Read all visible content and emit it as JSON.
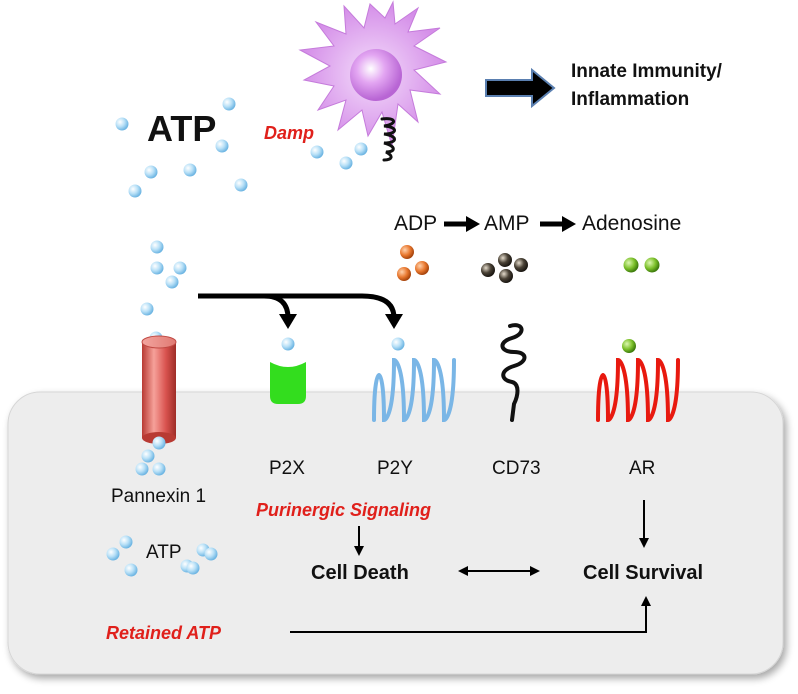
{
  "labels": {
    "atp_big": "ATP",
    "damp": "Damp",
    "innate": "Innate Immunity/",
    "inflammation": "Inflammation",
    "adp": "ADP",
    "amp": "AMP",
    "adenosine": "Adenosine",
    "p2x": "P2X",
    "p2y": "P2Y",
    "cd73": "CD73",
    "ar": "AR",
    "pannexin": "Pannexin 1",
    "purinergic": "Purinergic Signaling",
    "atp_small": "ATP",
    "cell_death": "Cell Death",
    "cell_survival": "Cell Survival",
    "retained_atp": "Retained ATP"
  },
  "colors": {
    "atp_dot": "#a9d7f3",
    "adp_dot": "#e8772e",
    "amp_dot": "#3a3328",
    "adenosine_dot": "#7cc02a",
    "cell_fill": "#ededed",
    "pannexin": "#d9534f",
    "p2x": "#33dd1e",
    "p2y": "#7ab6e6",
    "ar": "#e8190f",
    "immune_cell": "#d48de8",
    "label_red": "#e0201b"
  }
}
